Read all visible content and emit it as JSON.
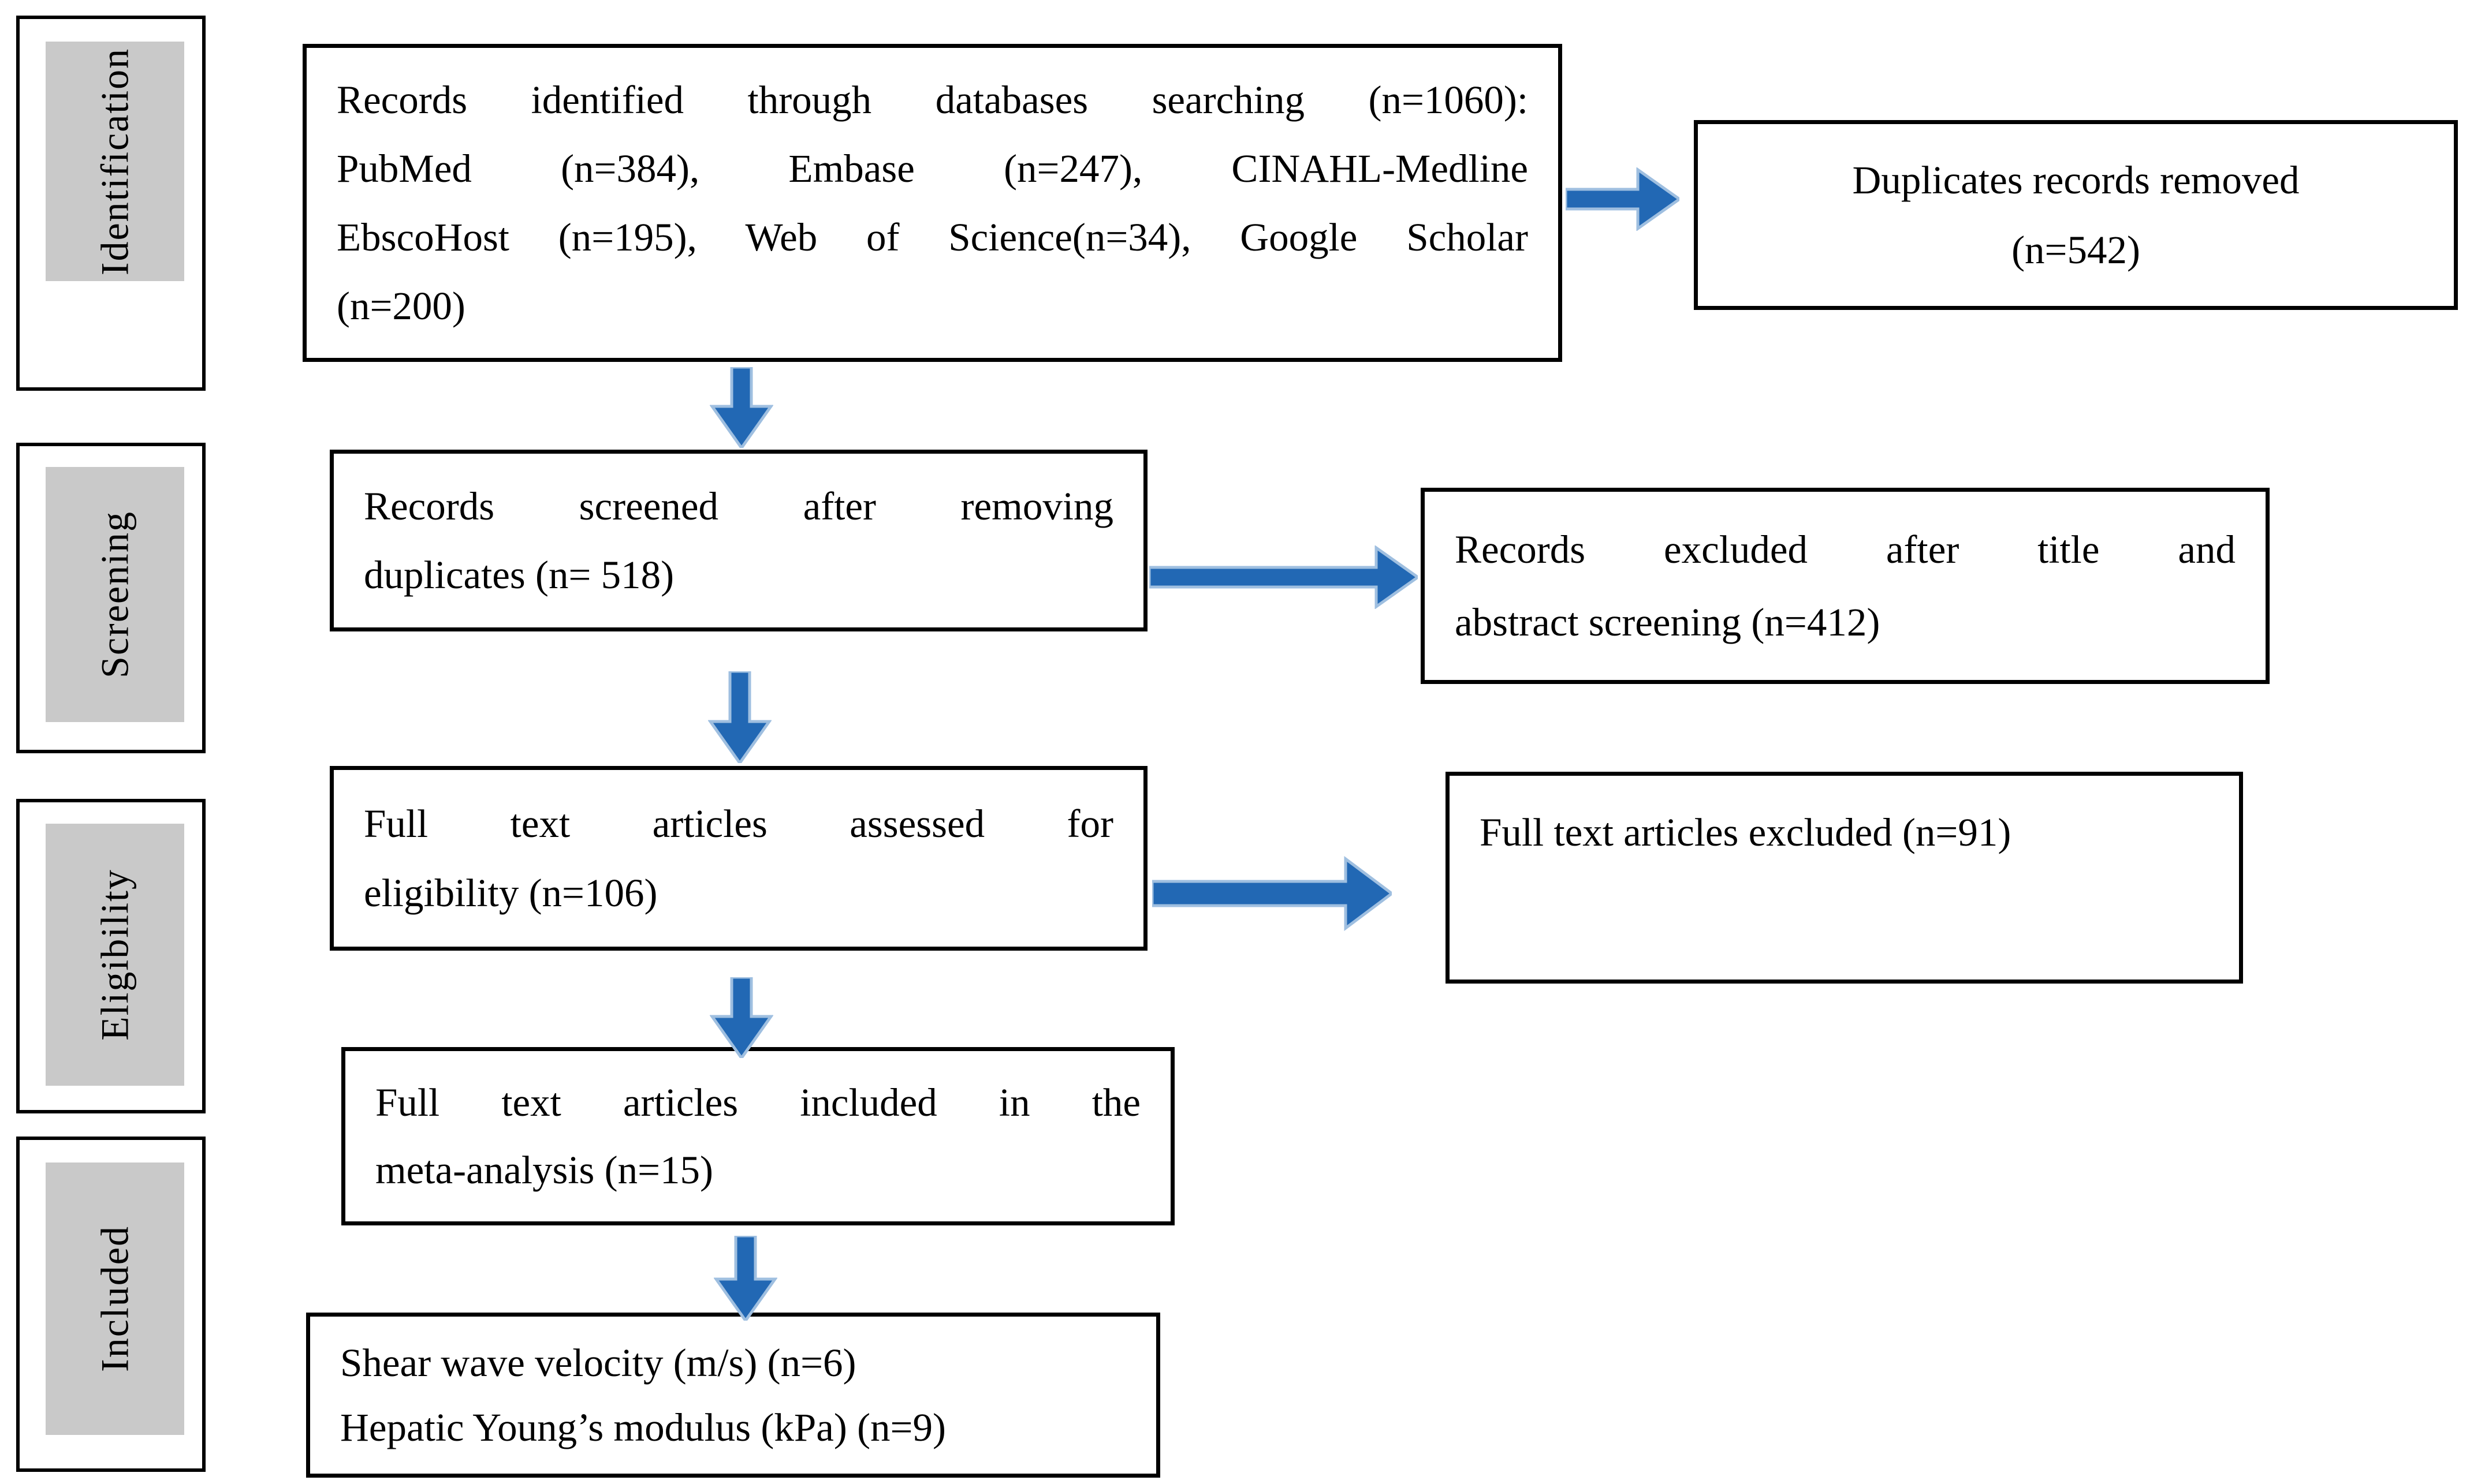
{
  "stages": [
    {
      "label": "Identification"
    },
    {
      "label": "Screening"
    },
    {
      "label": "Eligibility"
    },
    {
      "label": "Included"
    }
  ],
  "boxes": {
    "identified": {
      "lines": [
        "Records identified through databases searching (n=1060):",
        "PubMed (n=384), Embase (n=247), CINAHL-Medline",
        "EbscoHost (n=195), Web of Science(n=34), Google Scholar",
        "(n=200)"
      ]
    },
    "duplicates_removed": {
      "lines": [
        "Duplicates records removed",
        "(n=542)"
      ]
    },
    "screened": {
      "lines": [
        "Records screened after removing",
        "duplicates (n= 518)"
      ]
    },
    "excluded_title_abstract": {
      "lines": [
        "Records excluded after title and",
        "abstract screening (n=412)"
      ]
    },
    "assessed": {
      "lines": [
        "Full text articles assessed for",
        "eligibility (n=106)"
      ]
    },
    "fulltext_excluded": {
      "lines": [
        "Full text articles excluded (n=91)"
      ]
    },
    "included_meta": {
      "lines": [
        "Full text articles included in the",
        "meta-analysis (n=15)"
      ]
    },
    "outcomes": {
      "lines": [
        "Shear wave velocity (m/s) (n=6)",
        "Hepatic Young’s modulus (kPa) (n=9)"
      ]
    }
  },
  "colors": {
    "arrow_fill": "#2268b4",
    "arrow_rim": "#9fbfe0",
    "stage_fill": "#c9c9c9",
    "box_border": "#000000",
    "background": "#ffffff"
  }
}
